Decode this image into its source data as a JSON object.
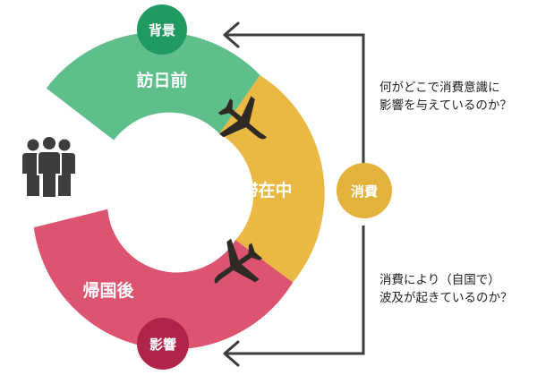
{
  "colors": {
    "before": "#5ebf8b",
    "during": "#e9b944",
    "after": "#dc5470",
    "background_badge": "#1f9a60",
    "impact_badge": "#b0244a",
    "consumption_badge": "#e3b23c",
    "arrow": "#3d3d3d",
    "airplane": "#2f2a25",
    "people": "#3d3d3d",
    "label_text": "#ffffff"
  },
  "ring": {
    "before_label": "訪日前",
    "during_label": "滞在中",
    "after_label": "帰国後"
  },
  "badges": {
    "background": "背景",
    "impact": "影響",
    "consumption": "消費"
  },
  "questions": {
    "top_line1": "何がどこで消費意識に",
    "top_line2": "影響を与えているのか？",
    "bottom_line1": "消費により（自国で）",
    "bottom_line2": "波及が起きているのか？"
  },
  "icons": {
    "people": "people-group-icon",
    "airplane": "airplane-icon",
    "arrow": "arrow-left-icon"
  }
}
